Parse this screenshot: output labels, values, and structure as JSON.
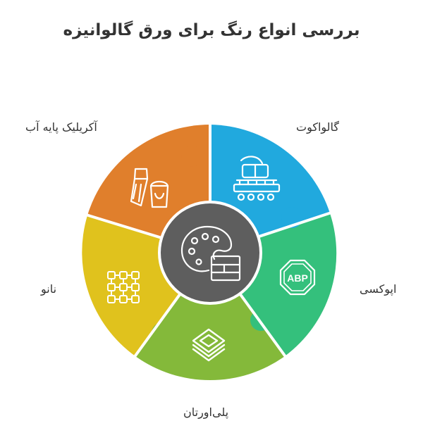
{
  "title": "بررسی انواع رنگ برای ورق گالوانیزه",
  "segments": [
    {
      "label": "آکریلیک پایه آب",
      "color": "#E07F2C",
      "icon": "paint-brush-and-bucket-icon"
    },
    {
      "label": "گالواکوت",
      "color": "#21A9DE",
      "icon": "conveyor-machine-icon"
    },
    {
      "label": "اپوکسی",
      "color": "#34C07C",
      "icon": "abp-octagon-icon",
      "icon_text": "ABP"
    },
    {
      "label": "پلی‌اورتان",
      "color": "#84B93A",
      "icon": "layered-diamond-icon"
    },
    {
      "label": "نانو",
      "color": "#E0C21D",
      "icon": "node-grid-icon"
    }
  ],
  "center": {
    "color": "#5E5E5E",
    "icon": "palette-and-panel-icon"
  }
}
